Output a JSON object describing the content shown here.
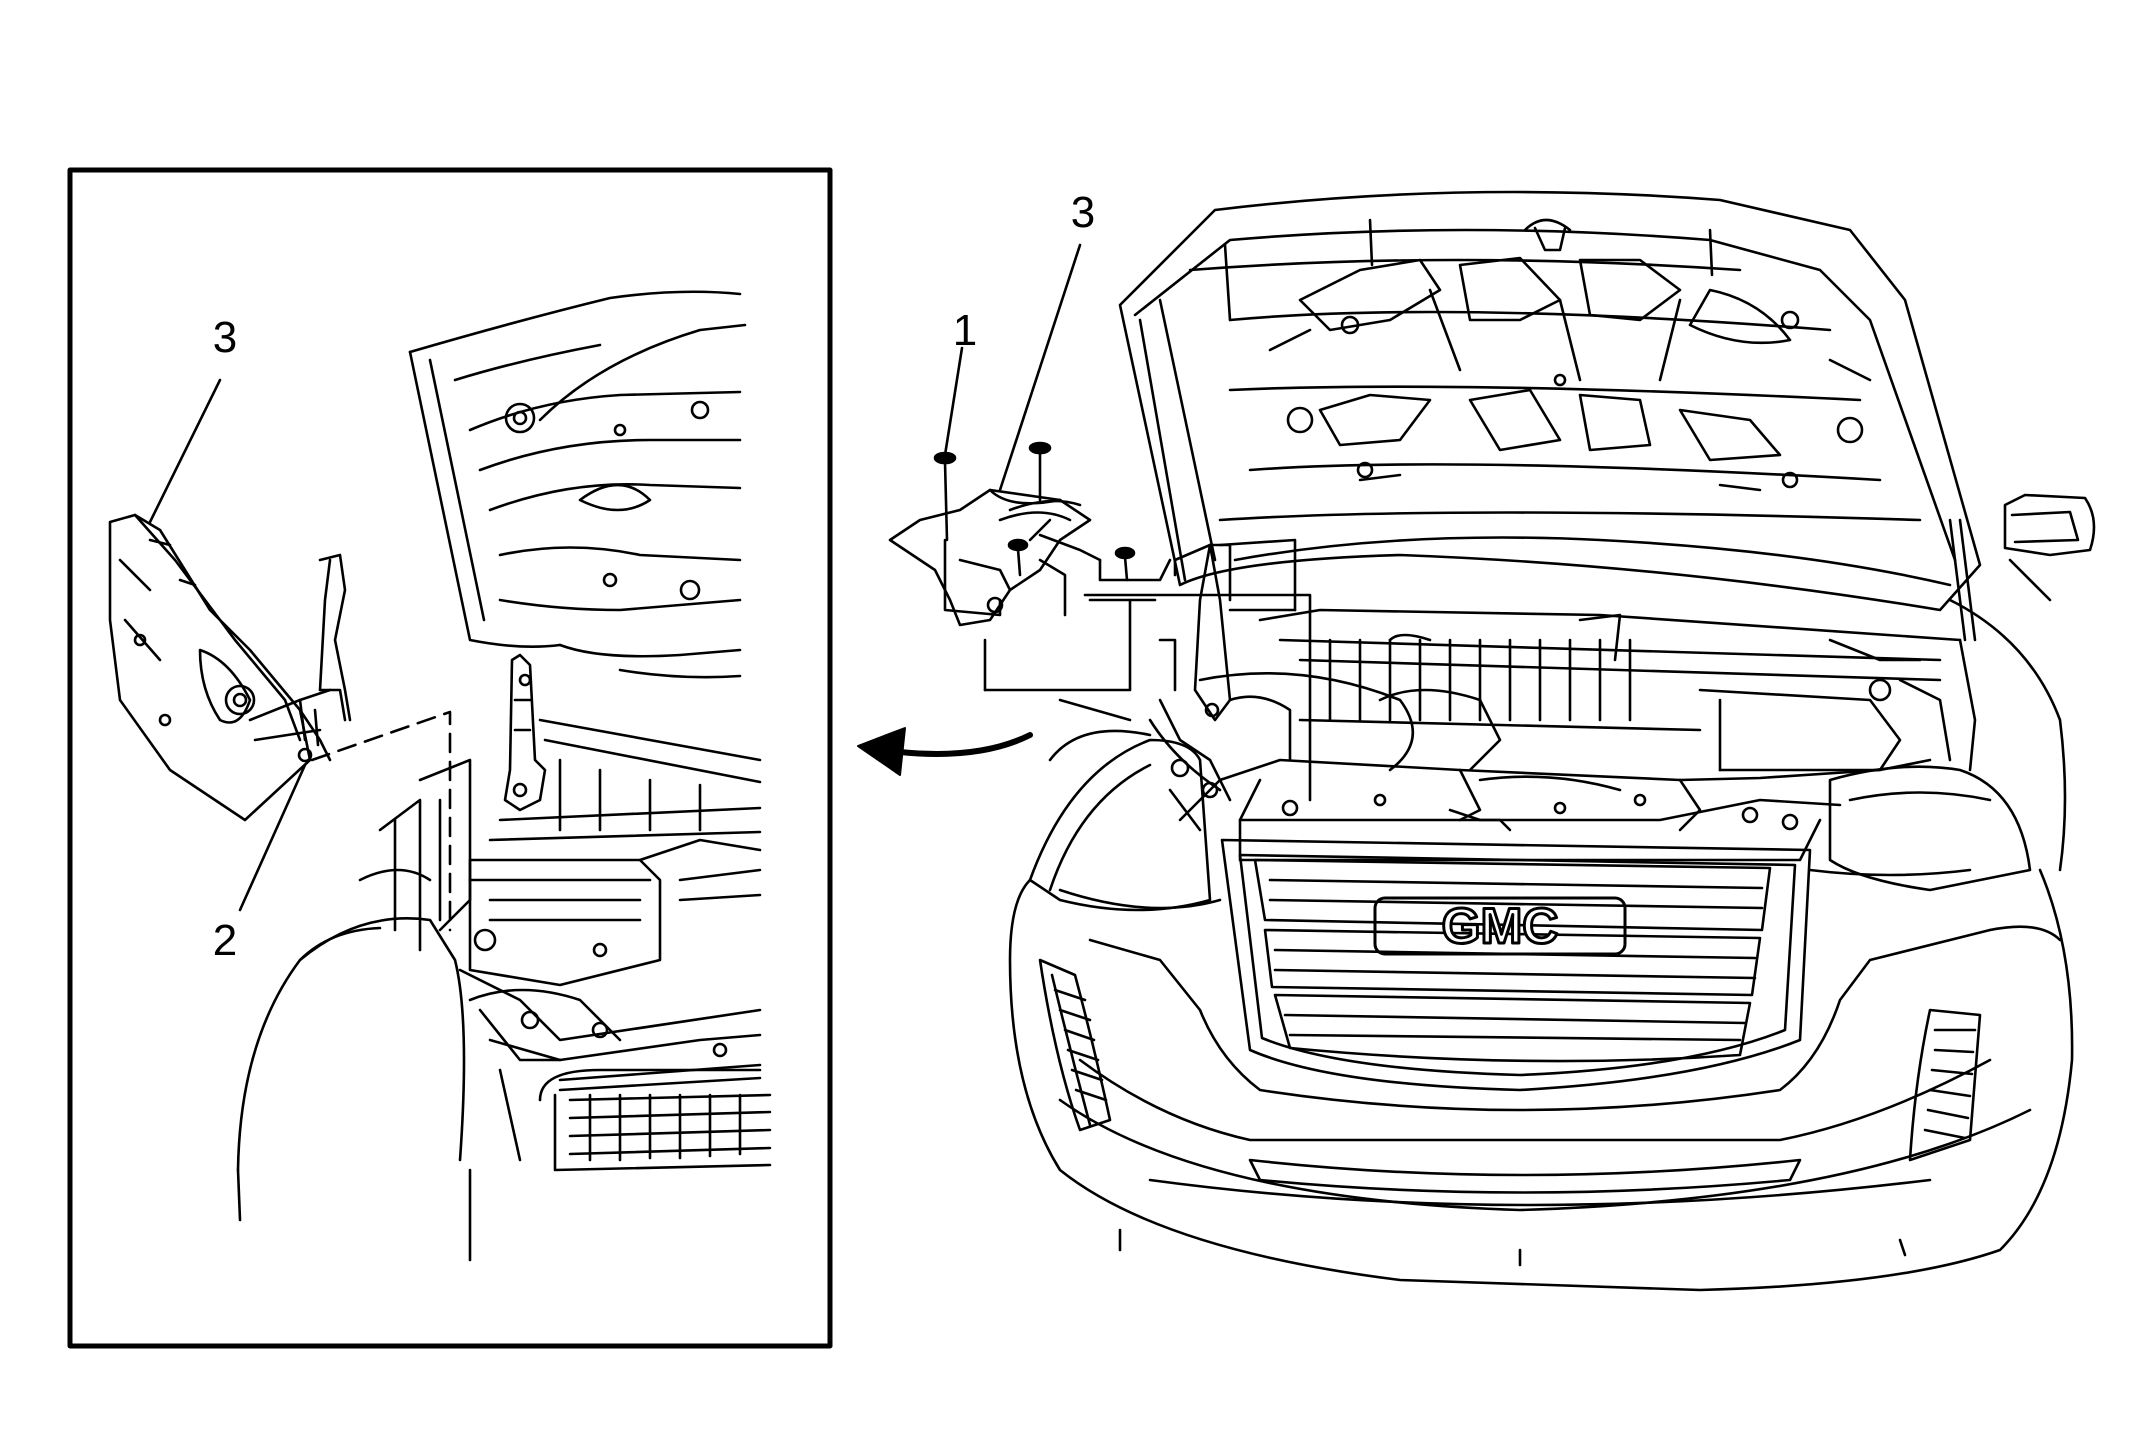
{
  "callouts": {
    "inset_part3": "3",
    "inset_fastener2": "2",
    "main_fastener1": "1",
    "main_part3": "3"
  },
  "badge": {
    "grille_emblem": "GMC"
  },
  "colors": {
    "line": "#000000",
    "background": "#ffffff"
  }
}
